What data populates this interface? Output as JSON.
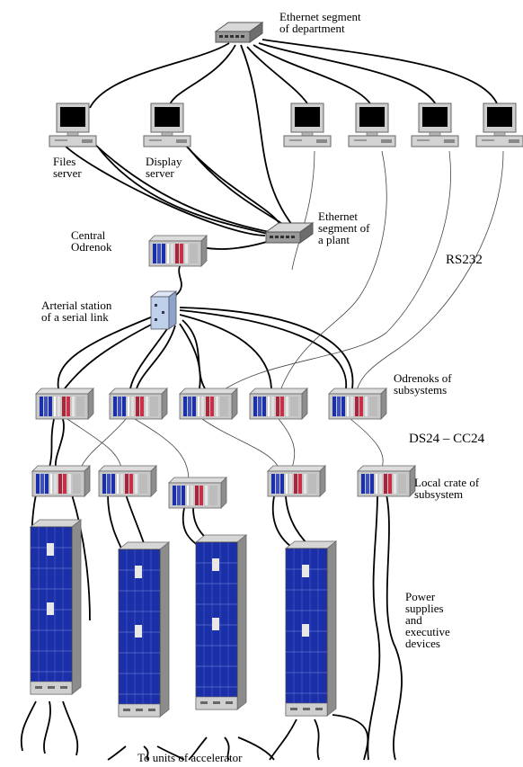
{
  "labels": {
    "ethernet_department_l1": "Ethernet segment",
    "ethernet_department_l2": "of department",
    "files_server_l1": "Files",
    "files_server_l2": "server",
    "display_server_l1": "Display",
    "display_server_l2": "server",
    "ethernet_plant_l1": "Ethernet",
    "ethernet_plant_l2": "segment of",
    "ethernet_plant_l3": "a plant",
    "central_odrenok_l1": "Central",
    "central_odrenok_l2": "Odrenok",
    "rs232": "RS232",
    "arterial_l1": "Arterial station",
    "arterial_l2": "of a serial link",
    "odrenoks_l1": "Odrenoks of",
    "odrenoks_l2": "subsystems",
    "ds24": "DS24 – CC24",
    "local_crate_l1": "Local crate of",
    "local_crate_l2": "subsystem",
    "power_l1": "Power",
    "power_l2": "supplies",
    "power_l3": "and",
    "power_l4": "executive",
    "power_l5": "devices",
    "to_units": "To units of accelerator"
  },
  "icons": {
    "network_hub": "network-hub-icon",
    "computer": "computer-icon",
    "crate": "crate-icon",
    "rack": "rack-icon"
  },
  "colors": {
    "blue_module": "#1a2fa8",
    "red_module": "#b0213a",
    "crate_frame": "#8a8a8a",
    "cable": "#000000"
  }
}
